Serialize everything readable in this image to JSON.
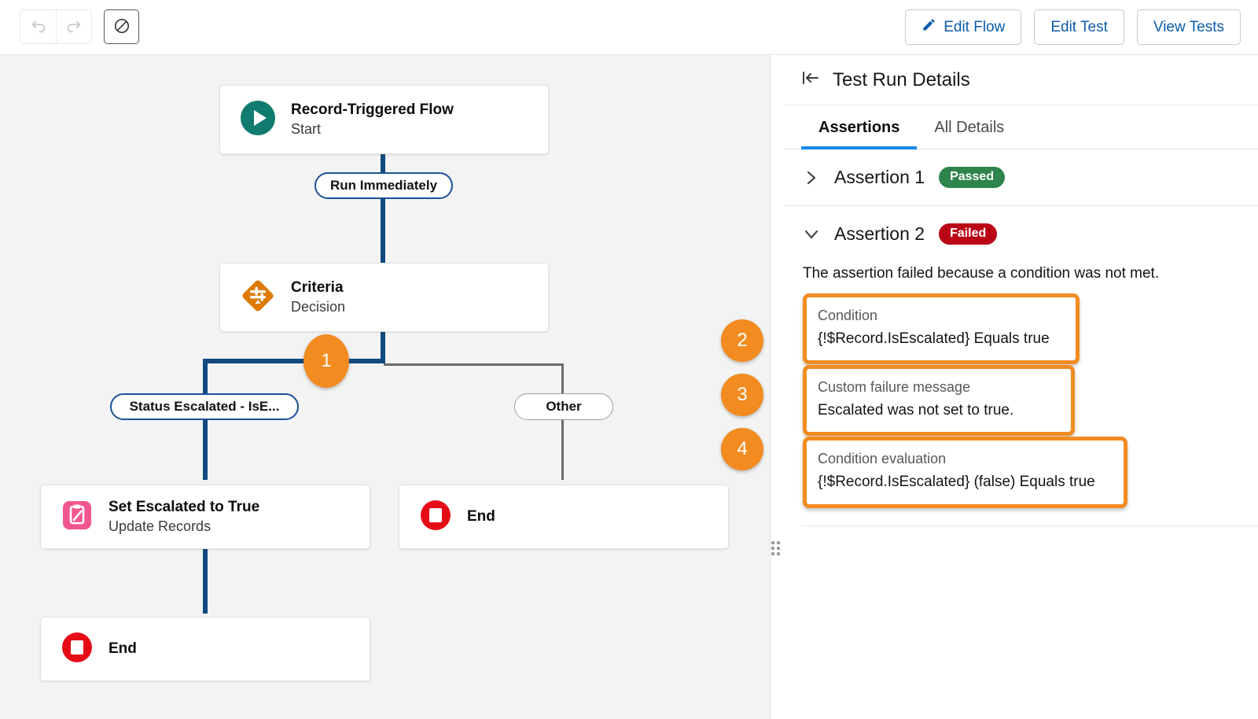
{
  "toolbar": {
    "undo_icon": "undo-arrow-icon",
    "redo_icon": "redo-arrow-icon",
    "debug_icon": "no-entry-debug-icon",
    "buttons": [
      {
        "label": "Edit Flow",
        "icon": "pencil-icon"
      },
      {
        "label": "Edit Test",
        "icon": ""
      },
      {
        "label": "View Tests",
        "icon": ""
      }
    ]
  },
  "canvas": {
    "nodes": [
      {
        "id": "start",
        "title": "Record-Triggered Flow",
        "subtitle": "Start",
        "icon": "play-circle-icon"
      },
      {
        "id": "decision",
        "title": "Criteria",
        "subtitle": "Decision",
        "icon": "decision-diamond-icon"
      },
      {
        "id": "update",
        "title": "Set Escalated to True",
        "subtitle": "Update Records",
        "icon": "update-records-icon"
      },
      {
        "id": "end-right",
        "title": "End",
        "subtitle": "",
        "icon": "end-stop-icon"
      },
      {
        "id": "end-left",
        "title": "End",
        "subtitle": "",
        "icon": "end-stop-icon"
      }
    ],
    "pills": [
      {
        "id": "run-immediately",
        "label": "Run Immediately"
      },
      {
        "id": "branch-escalated",
        "label": "Status Escalated - IsE..."
      },
      {
        "id": "branch-other",
        "label": "Other"
      }
    ],
    "callouts": [
      {
        "id": "callout-1",
        "number": "1"
      }
    ]
  },
  "panel": {
    "title": "Test Run Details",
    "collapse_icon": "collapse-panel-icon",
    "tabs": [
      {
        "label": "Assertions",
        "active": true
      },
      {
        "label": "All Details",
        "active": false
      }
    ],
    "assertions": [
      {
        "label": "Assertion 1",
        "status": "Passed",
        "status_color": "#2e844a",
        "expanded": false,
        "chevron": "chevron-right-icon"
      },
      {
        "label": "Assertion 2",
        "status": "Failed",
        "status_color": "#ba0517",
        "expanded": true,
        "chevron": "chevron-down-icon"
      }
    ],
    "failure_message": "The assertion failed because a condition was not met.",
    "fields": [
      {
        "callout": "2",
        "label": "Condition",
        "value": "{!$Record.IsEscalated} Equals true"
      },
      {
        "callout": "3",
        "label": "Custom failure message",
        "value": "Escalated was not set to true."
      },
      {
        "callout": "4",
        "label": "Condition evaluation",
        "value": "{!$Record.IsEscalated} (false) Equals true"
      }
    ],
    "drag_handle_icon": "panel-resize-handle-icon"
  },
  "colors": {
    "highlight": "#f28b20",
    "flow_path": "#12497f",
    "accent_blue": "#1589ee",
    "link_blue": "#0b5cab",
    "passed_green": "#2e844a",
    "failed_red": "#ba0517",
    "start_teal": "#107b6e",
    "decision_orange": "#dd7a01",
    "update_pink": "#f2568e",
    "end_red": "#e60c17",
    "canvas_bg": "#f3f3f3"
  }
}
